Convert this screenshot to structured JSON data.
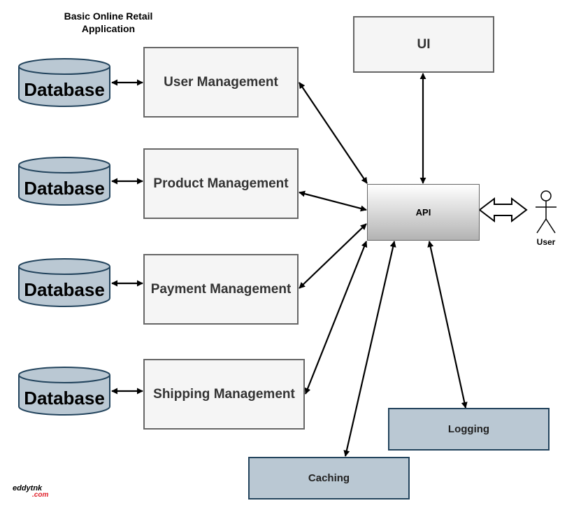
{
  "title": "Basic Online Retail Application",
  "database_label": "Database",
  "services": {
    "user": "User Management",
    "product": "Product Management",
    "payment": "Payment Management",
    "shipping": "Shipping Management"
  },
  "ui_label": "UI",
  "api_label": "API",
  "user_label": "User",
  "logging_label": "Logging",
  "caching_label": "Caching",
  "watermark": {
    "main": "eddytnk",
    "sub": ".com"
  },
  "colors": {
    "service_fill": "#f5f5f5",
    "service_border": "#666666",
    "database_fill": "#bac8d3",
    "infra_fill": "#bac8d3",
    "infra_border": "#23445d",
    "watermark_accent": "#e0202a"
  }
}
